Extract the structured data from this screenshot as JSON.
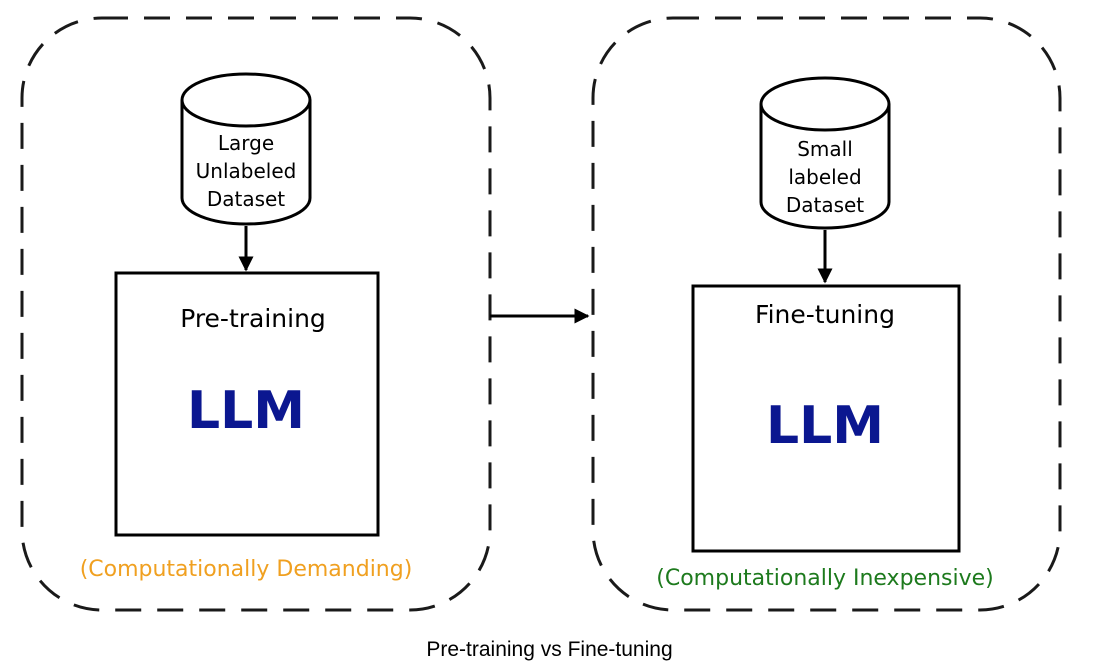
{
  "pretraining": {
    "dataset_lines": [
      "Large",
      "Unlabeled",
      "Dataset"
    ],
    "box_title": "Pre-training",
    "model": "LLM",
    "note": "(Computationally Demanding)"
  },
  "finetuning": {
    "dataset_lines": [
      "Small",
      "labeled",
      "Dataset"
    ],
    "box_title": "Fine-tuning",
    "model": "LLM",
    "note": "(Computationally Inexpensive)"
  },
  "caption": "Pre-training vs Fine-tuning",
  "colors": {
    "model_text": "#0b1790",
    "pretraining_note": "#f0a020",
    "finetuning_note": "#1d7a1d",
    "lines": "#1a1a1a"
  }
}
